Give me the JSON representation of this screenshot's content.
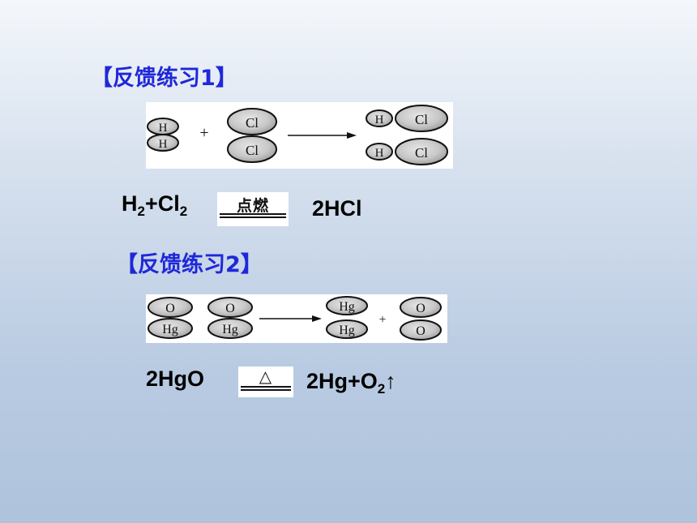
{
  "exercise1": {
    "heading": "【反馈练习1】",
    "atoms": {
      "h": "H",
      "cl": "Cl"
    },
    "plus": "+",
    "equation": {
      "r1": "H",
      "r1_sub": "2",
      "plus": "+",
      "r2": "Cl",
      "r2_sub": "2",
      "condition": "点燃",
      "product": "2HCl"
    }
  },
  "exercise2": {
    "heading": "【反馈练习2】",
    "atoms": {
      "o": "O",
      "hg": "Hg"
    },
    "plus": "+",
    "equation": {
      "reactant": "2HgO",
      "condition": "△",
      "p1": "2Hg+O",
      "p1_sub": "2",
      "gas_arrow": "↑"
    }
  }
}
